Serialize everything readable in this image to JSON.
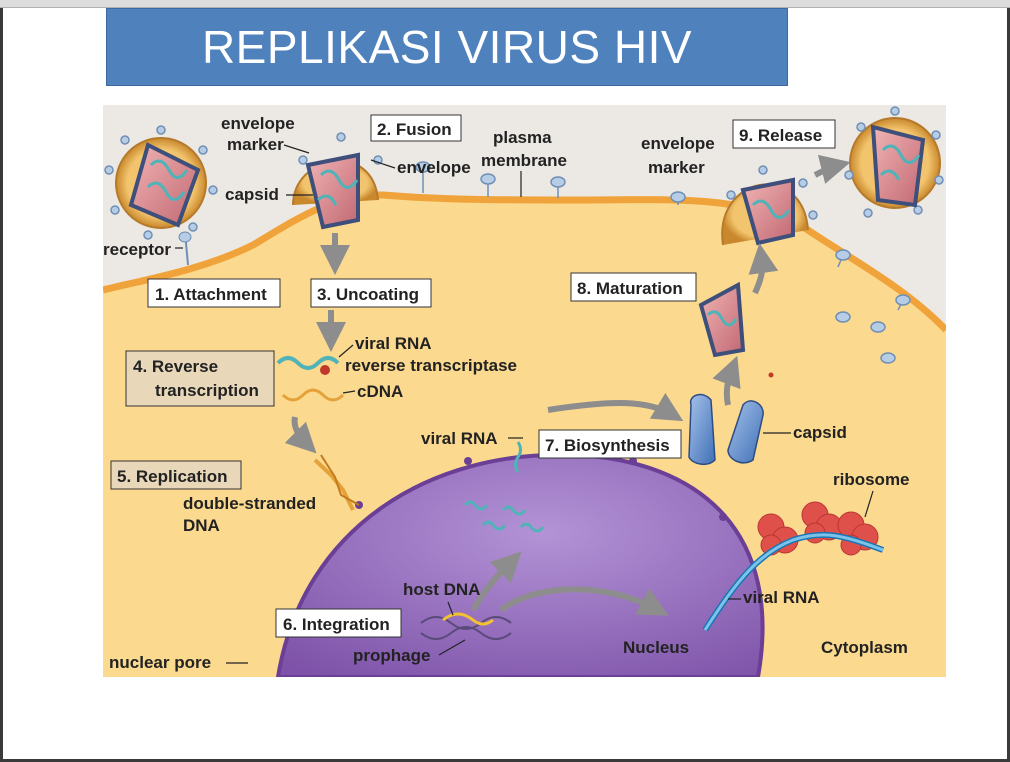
{
  "title": "REPLIKASI VIRUS HIV",
  "steps": {
    "s1": "1. Attachment",
    "s2": "2. Fusion",
    "s3": "3. Uncoating",
    "s4a": "4. Reverse",
    "s4b": "transcription",
    "s5": "5. Replication",
    "s6": "6. Integration",
    "s7": "7. Biosynthesis",
    "s8": "8. Maturation",
    "s9": "9. Release"
  },
  "labels": {
    "envelope_marker_l1": "envelope",
    "envelope_marker_l2": "marker",
    "capsid": "capsid",
    "receptor": "receptor",
    "envelope": "envelope",
    "plasma_l1": "plasma",
    "plasma_l2": "membrane",
    "envelope_marker_r1": "envelope",
    "envelope_marker_r2": "marker",
    "viral_rna_top": "viral RNA",
    "reverse_transcriptase": "reverse transcriptase",
    "cdna": "cDNA",
    "viral_rna_mid": "viral RNA",
    "capsid_right": "capsid",
    "ribosome": "ribosome",
    "double_stranded_l1": "double-stranded",
    "double_stranded_l2": "DNA",
    "host_dna": "host DNA",
    "prophage": "prophage",
    "nucleus": "Nucleus",
    "viral_rna_bottom": "viral RNA",
    "cytoplasm": "Cytoplasm",
    "nuclear_pore": "nuclear pore"
  },
  "colors": {
    "title_bg": "#4f81bd",
    "cytoplasm": "#fbd98f",
    "membrane": "#f0a33a",
    "outside": "#ece9e4",
    "nucleus": "#8e65b8",
    "virus_envelope": "#e5a848",
    "capsid": "#d9868c",
    "rna": "#4fb3b8"
  }
}
